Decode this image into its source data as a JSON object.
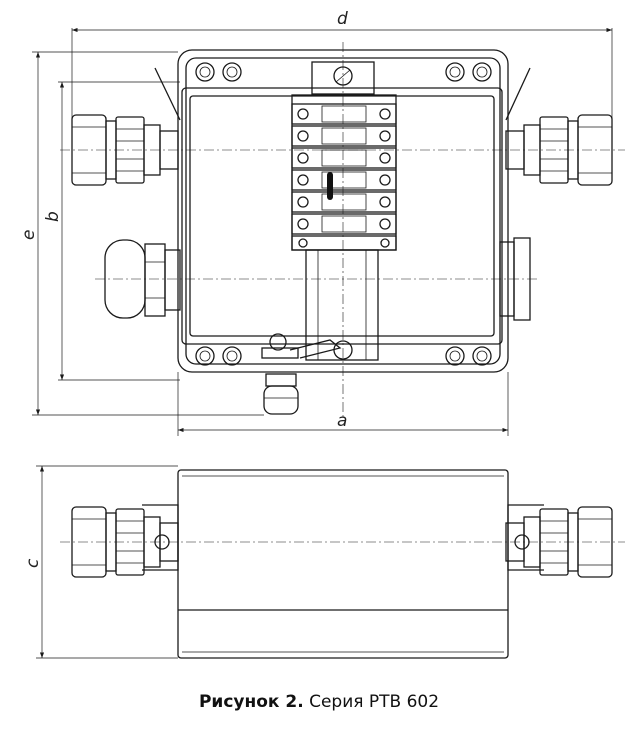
{
  "dimensions": {
    "d": "d",
    "e": "e",
    "b": "b",
    "a": "a",
    "c": "c"
  },
  "caption": {
    "figure": "Рисунок 2.",
    "text": "Серия РТВ 602"
  }
}
